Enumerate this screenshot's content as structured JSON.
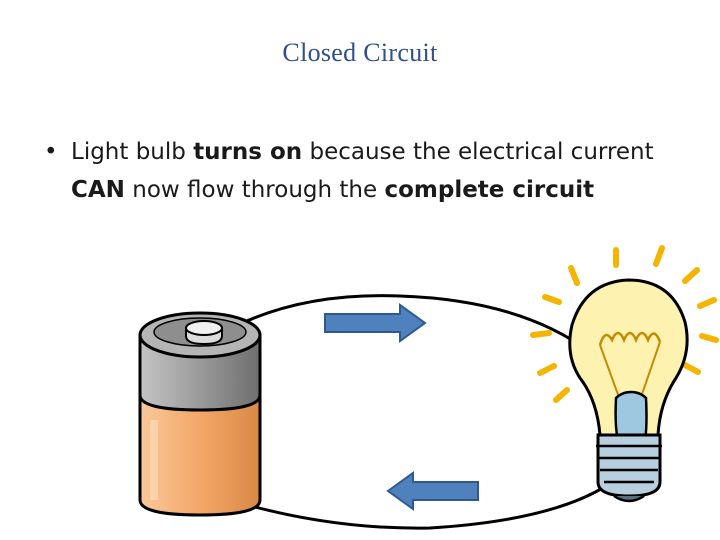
{
  "slide": {
    "title": "Closed Circuit",
    "bullet": {
      "marker": "•",
      "segments": [
        {
          "text": "Light bulb ",
          "bold": false
        },
        {
          "text": "turns on",
          "bold": true
        },
        {
          "text": " because the electrical current ",
          "bold": false
        },
        {
          "text": "CAN",
          "bold": true
        },
        {
          "text": " now flow through the ",
          "bold": false
        },
        {
          "text": "complete circuit",
          "bold": true
        }
      ]
    }
  },
  "illustration": {
    "icons": [
      "battery-icon",
      "light-bulb-icon",
      "arrow-right-icon",
      "arrow-left-icon"
    ],
    "colors": {
      "arrow_fill": "#4f81bd",
      "arrow_stroke": "#2e5a91",
      "battery_body": "#f7b57a",
      "battery_top": "#8a8a8a",
      "bulb_glass": "#fdf2b0",
      "bulb_base": "#9ec7e0",
      "rays": "#f4b400",
      "wire": "#000000"
    }
  }
}
